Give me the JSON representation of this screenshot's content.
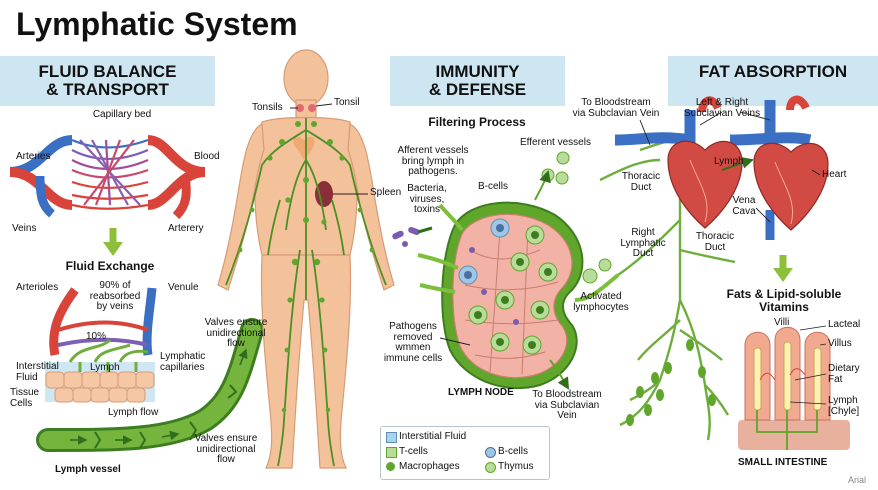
{
  "title": "Lymphatic System",
  "sections": {
    "fluid": {
      "header": "FLUID BALANCE\n& TRANSPORT",
      "capillary_bed": "Capillary bed",
      "arteries": "Arteries",
      "blood": "Blood",
      "veins": "Veins",
      "arterery": "Arterery",
      "fluid_exchange": "Fluid Exchange",
      "arterioles": "Arterioles",
      "reabsorbed": "90% of\nreabsorbed\nby veins",
      "venule": "Venule",
      "ten_percent": "10%",
      "lymph": "Lymph",
      "lymphatic_capillaries": "Lymphatic\ncapillaries",
      "interstitial_fluid": "Interstitial\nFluid",
      "tissue_cells": "Tissue\nCells",
      "lymph_flow": "Lymph flow",
      "valves_top": "Valves ensure\nunidirectional\nflow",
      "valves_bottom": "Valves ensure\nunidirectional\nflow",
      "lymph_vessel": "Lymph vessel"
    },
    "body": {
      "tonsils": "Tonsils",
      "tonsil": "Tonsil",
      "spleen": "Spleen"
    },
    "immunity": {
      "header": "IMMUNITY\n& DEFENSE",
      "filtering": "Filtering Process",
      "afferent": "Afferent vessels\nbring lymph in\npathogens.",
      "efferent": "Efferent vessels",
      "bacteria": "Bacteria,\nviruses,\ntoxins",
      "bcells": "B-cells",
      "pathogens": "Pathogens\nremoved\nwmmen\nimmune cells",
      "activated": "Activated\nlymphocytes",
      "lymph_node": "LYMPH NODE",
      "to_bloodstream": "To Bloodstream\nvia Subclavian\nVein"
    },
    "fat": {
      "header": "FAT ABSORPTION",
      "to_bloodstream_top": "To Bloodstream\nvia Subclavian Vein",
      "left_right": "Left & Right\nSubclavian Veins",
      "lymph": "Lymph",
      "thoracic_duct_1": "Thoracic\nDuct",
      "heart": "Heart",
      "vena_cava": "Vena\nCava",
      "right_lymphatic": "Right\nLymphatic\nDuct",
      "thoracic_duct_2": "Thoracic\nDuct",
      "fats_vitamins": "Fats & Lipid-soluble\nVitamins",
      "villi": "Villi",
      "lacteal": "Lacteal",
      "villus": "Villus",
      "dietary_fat": "Dietary\nFat",
      "lymph_chyle": "Lymph\n[Chyle]",
      "small_intestine": "SMALL INTESTINE"
    }
  },
  "legend": {
    "interstitial": "Interstitial Fluid",
    "tcells": "T-cells",
    "macrophages": "Macrophages",
    "bcells": "B-cells",
    "thymus": "Thymus"
  },
  "watermark": "Arial",
  "colors": {
    "band": "#cde6f2",
    "lymph_green": "#6fae3e",
    "artery_red": "#d8443a",
    "vein_blue": "#3a6fc4",
    "skin": "#f4c29a",
    "node_pink": "#f2b3a6"
  }
}
